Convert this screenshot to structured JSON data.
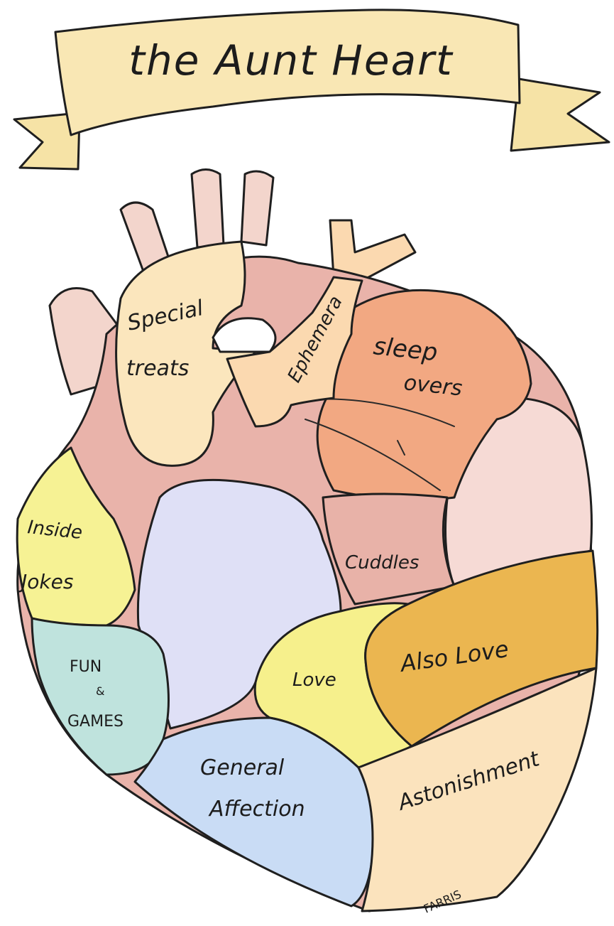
{
  "banner": {
    "title": "the Aunt Heart"
  },
  "regions": {
    "special_treats": {
      "line1": "Special",
      "line2": "treats",
      "color": "#fbe6bd"
    },
    "ephemera": {
      "label": "Ephemera",
      "color": "#fbd9b0"
    },
    "sleep_overs": {
      "line1": "sleep",
      "line2": "overs",
      "color": "#f2a882"
    },
    "inside_jokes": {
      "line1": "Inside",
      "line2": "Jokes",
      "color": "#f6f294"
    },
    "cuddles": {
      "label": "Cuddles",
      "color": "#e8b2a8"
    },
    "fun_games": {
      "line1": "FUN",
      "line2": "&",
      "line3": "GAMES",
      "color": "#bfe3dd"
    },
    "love": {
      "label": "Love",
      "color": "#f6f08c"
    },
    "also_love": {
      "label": "Also Love",
      "color": "#ebb650"
    },
    "general_affection": {
      "line1": "General",
      "line2": "Affection",
      "color": "#c9dcf5"
    },
    "astonishment": {
      "label": "Astonishment",
      "color": "#fbe3bd"
    },
    "unlabeled_center_color": "#dfe0f6",
    "unlabeled_right_color": "#f6dad5",
    "vessel_color": "#f3d5cc",
    "base_color": "#e9b3aa"
  },
  "signature": "FARRIS"
}
